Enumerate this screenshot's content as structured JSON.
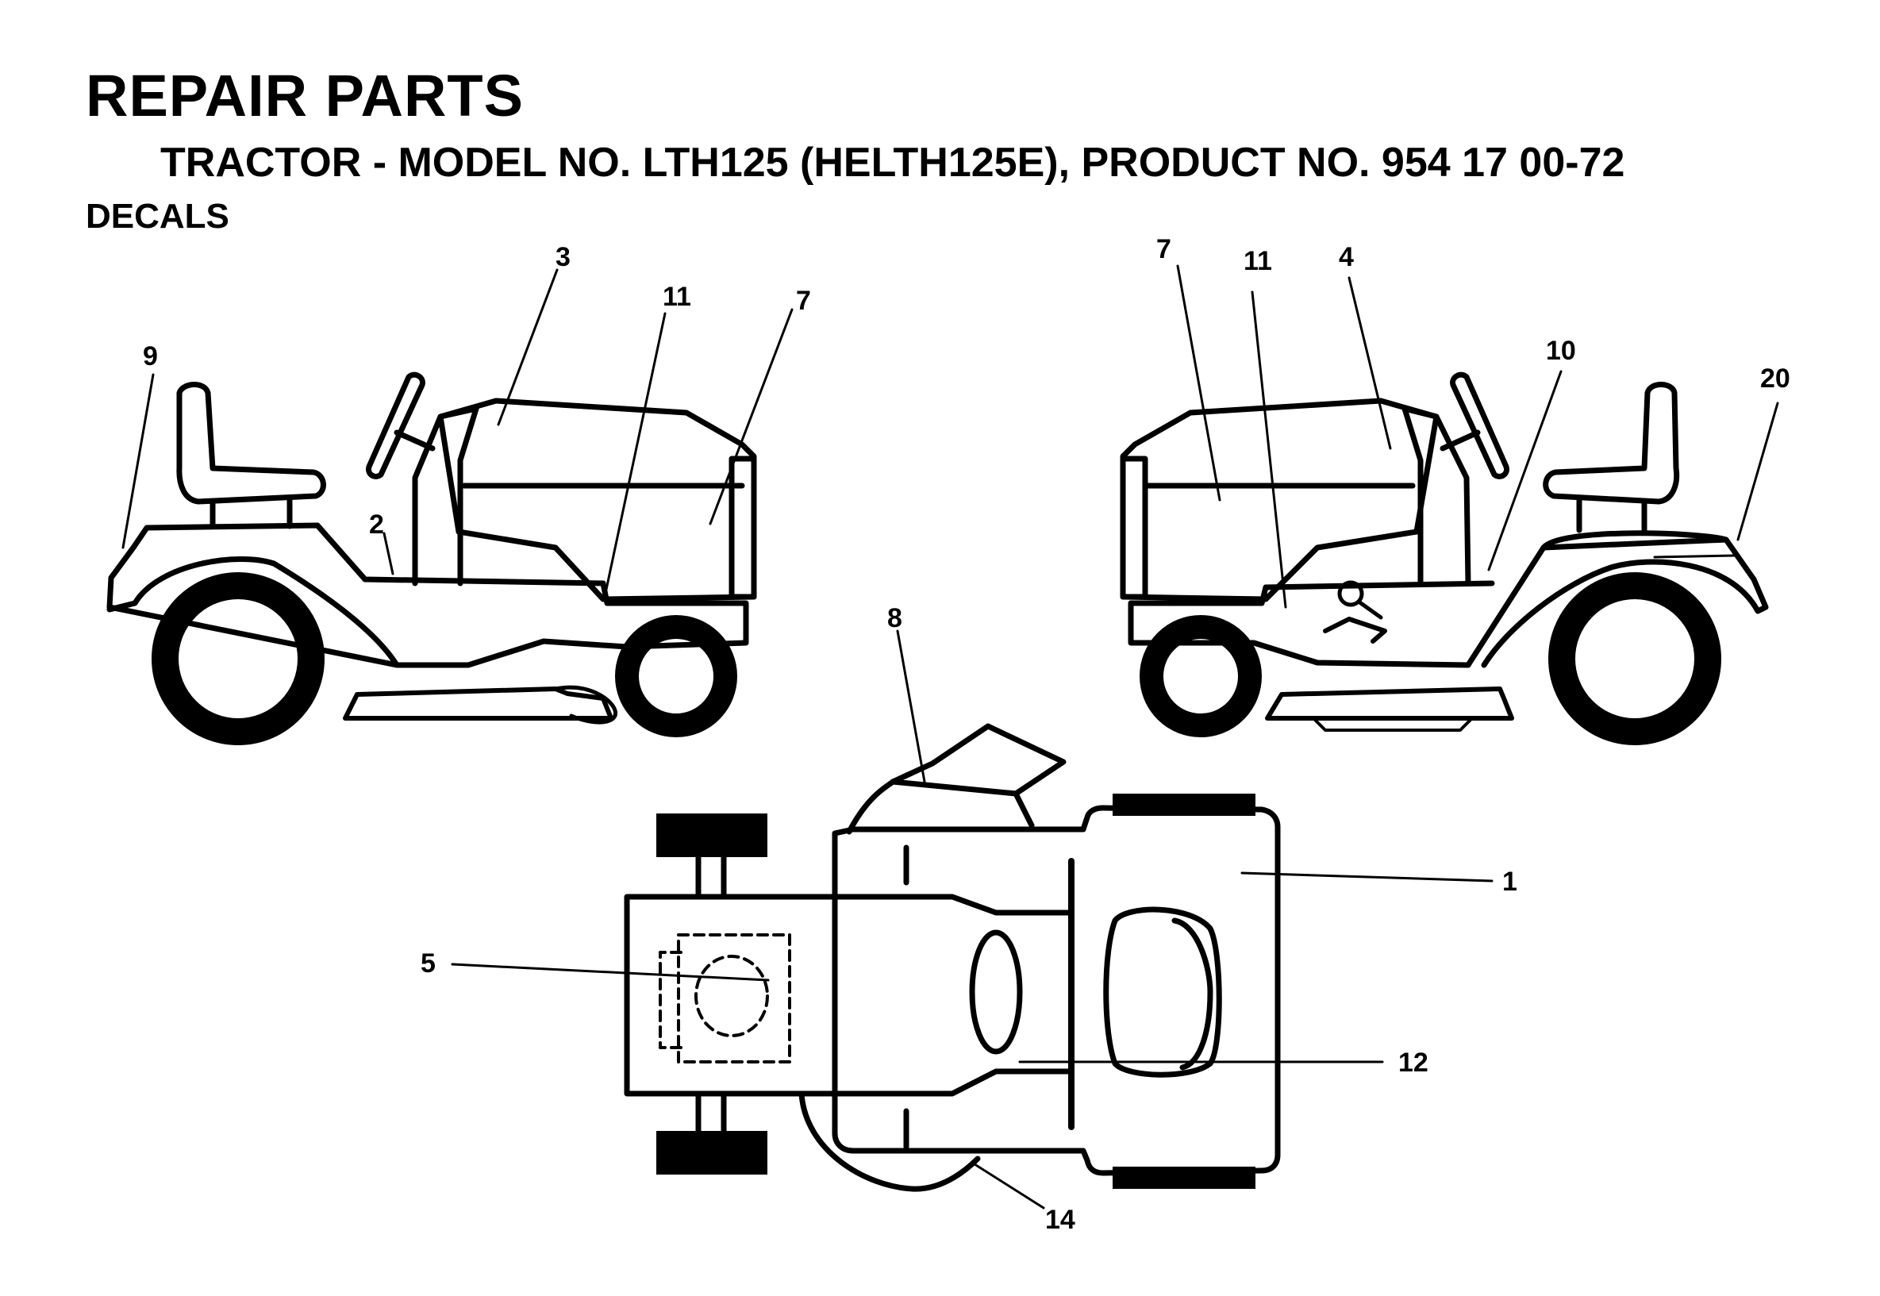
{
  "header": {
    "title": "REPAIR PARTS",
    "subtitle": "TRACTOR - MODEL NO. LTH125 (HELTH125E), PRODUCT NO. 954 17 00-72",
    "section": "DECALS"
  },
  "callouts": {
    "left_view": [
      "9",
      "2",
      "3",
      "11",
      "7"
    ],
    "right_view": [
      "7",
      "11",
      "4",
      "10",
      "20"
    ],
    "top_view": [
      "8",
      "1",
      "5",
      "12",
      "14"
    ]
  }
}
